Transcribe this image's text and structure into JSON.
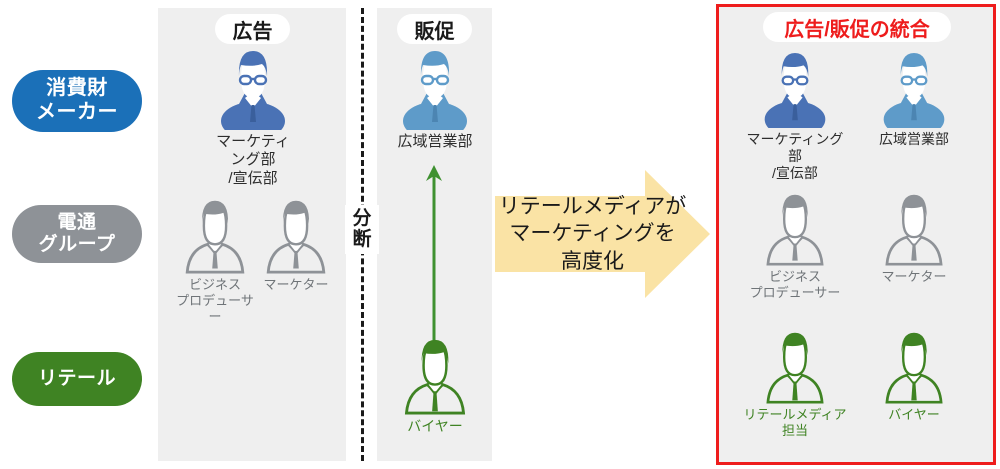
{
  "roles": [
    {
      "id": "consumer-goods-maker",
      "lines": [
        "消費財",
        "メーカー"
      ],
      "color": "#1b70b8"
    },
    {
      "id": "dentsu-group",
      "lines": [
        "電通",
        "グループ"
      ],
      "color": "#8e9297"
    },
    {
      "id": "retail",
      "lines": [
        "リテール"
      ],
      "color": "#3f8323"
    }
  ],
  "panels": {
    "advertising": {
      "header": "広告",
      "figures": [
        {
          "caption": "マーケティング部\n/宣伝部",
          "style": "solid-blue"
        },
        {
          "caption": "ビジネス\nプロデューサー",
          "style": "outline-gray"
        },
        {
          "caption": "マーケター",
          "style": "outline-gray"
        }
      ]
    },
    "promotion": {
      "header": "販促",
      "figures": [
        {
          "caption": "広域営業部",
          "style": "solid-lightblue"
        },
        {
          "caption": "バイヤー",
          "style": "outline-green"
        }
      ]
    },
    "merged": {
      "header": "広告/販促の統合",
      "border_color": "#ee1c1c",
      "figures": [
        {
          "caption": "マーケティング部\n/宣伝部",
          "style": "solid-blue"
        },
        {
          "caption": "広域営業部",
          "style": "solid-lightblue"
        },
        {
          "caption": "ビジネス\nプロデューサー",
          "style": "outline-gray"
        },
        {
          "caption": "マーケター",
          "style": "outline-gray"
        },
        {
          "caption": "リテールメディア\n担当",
          "style": "outline-green"
        },
        {
          "caption": "バイヤー",
          "style": "outline-green"
        }
      ]
    }
  },
  "divider": {
    "label_lines": [
      "分",
      "断"
    ]
  },
  "transition_arrow": {
    "lines": [
      "リテールメディアが",
      "マーケティングを",
      "高度化"
    ],
    "color": "#fae3a5"
  },
  "up_arrow": {
    "color": "#3f9130"
  },
  "colors": {
    "solid_blue": "#4a72b5",
    "solid_lightblue": "#5e9bc9",
    "gray": "#8e9297",
    "green": "#3f8323",
    "panel_bg": "#efefef",
    "red": "#ee1c1c"
  }
}
